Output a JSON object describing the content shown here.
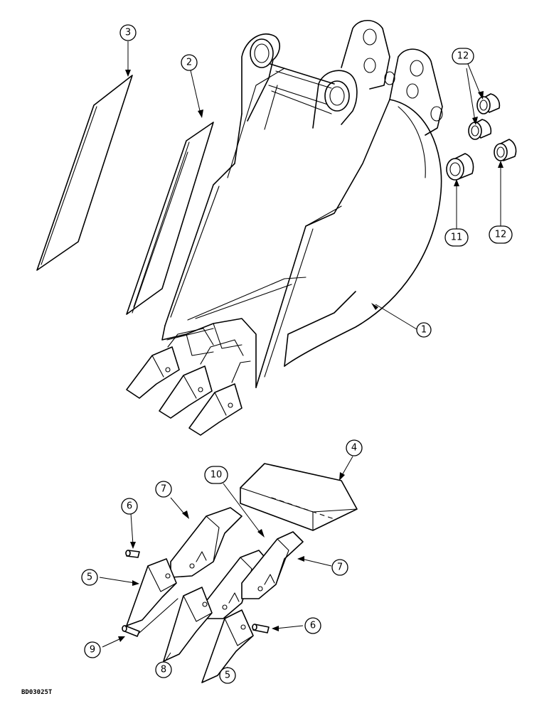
{
  "callouts": {
    "c1": "1",
    "c2": "2",
    "c3": "3",
    "c4": "4",
    "c5a": "5",
    "c5b": "5",
    "c6a": "6",
    "c6b": "6",
    "c7a": "7",
    "c7b": "7",
    "c8": "8",
    "c9": "9",
    "c10": "10",
    "c11": "11",
    "c12a": "12",
    "c12b": "12"
  },
  "figure_code": "BD03025T"
}
